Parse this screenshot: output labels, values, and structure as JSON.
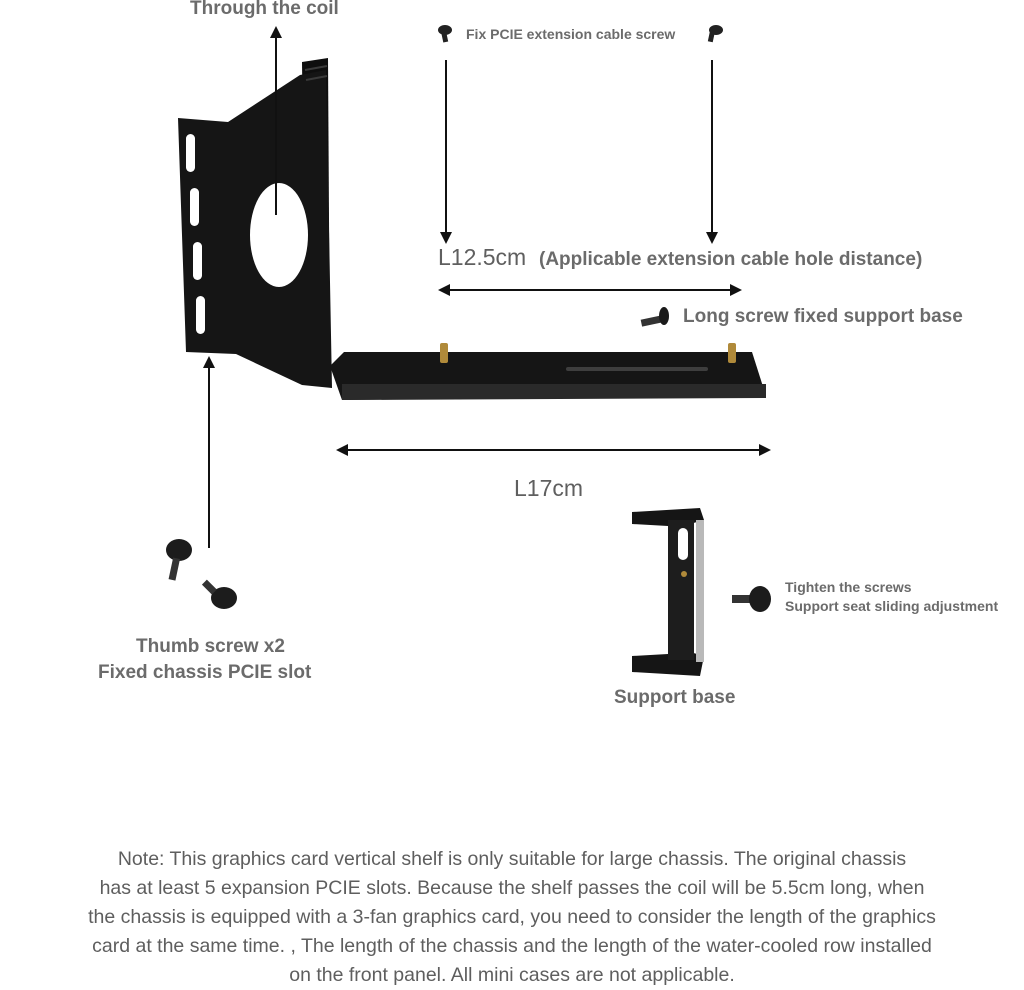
{
  "labels": {
    "through_coil": "Through the coil",
    "fix_pcie_screw": "Fix PCIE extension cable screw",
    "l12_prefix": "L12.5cm",
    "l12_suffix": "(Applicable extension cable hole distance)",
    "long_screw": "Long screw fixed support base",
    "l17": "L17cm",
    "thumb_line1": "Thumb screw x2",
    "thumb_line2": "Fixed chassis PCIE slot",
    "tighten_line1": "Tighten the screws",
    "tighten_line2": "Support seat sliding adjustment",
    "support_base": "Support base"
  },
  "note": {
    "lines": [
      "Note: This graphics card vertical shelf is only suitable for large chassis. The original chassis",
      "has at least 5 expansion PCIE slots. Because the shelf passes the coil will be 5.5cm long, when",
      "the chassis is equipped with a 3-fan graphics card, you need to consider the length of the graphics",
      "card at the same time. , The length of the chassis and the length of the water-cooled row installed",
      "on the front panel. All mini cases are not applicable."
    ]
  },
  "colors": {
    "bracket": "#151515",
    "label": "#6b6b6b",
    "brass": "#b08a3a"
  }
}
